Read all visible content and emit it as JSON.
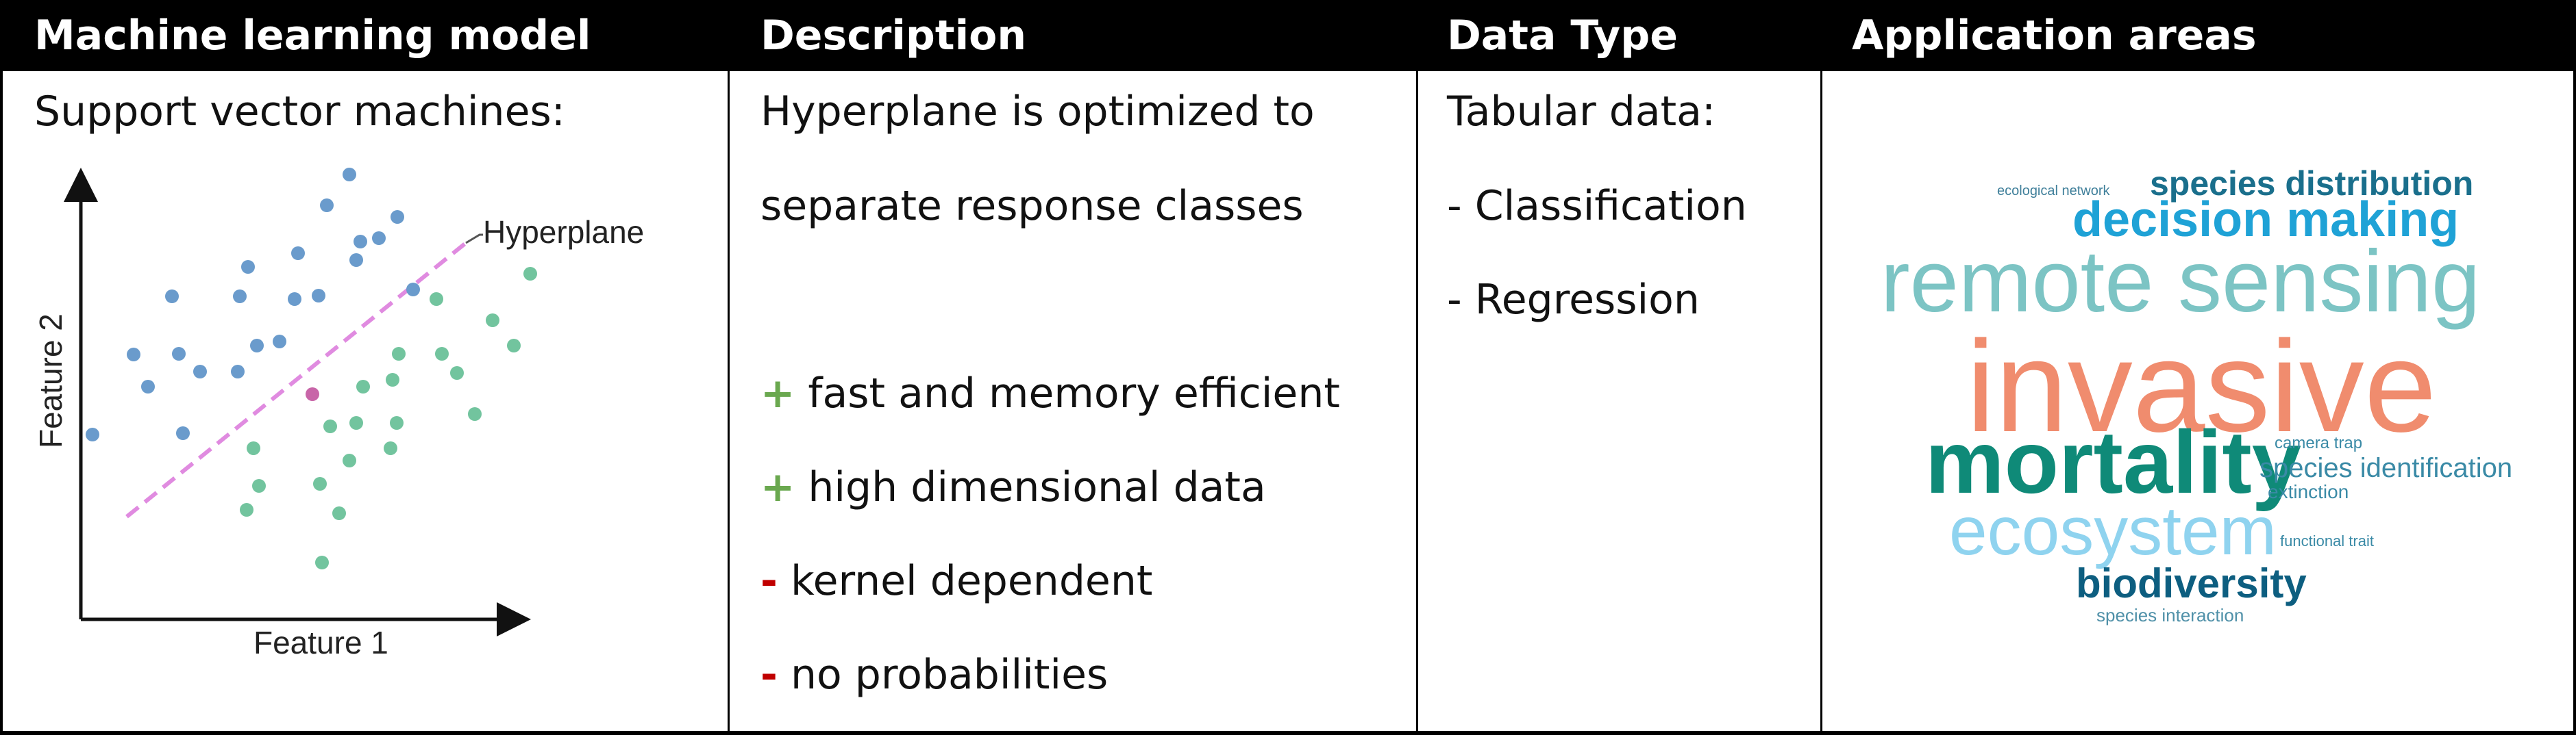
{
  "headers": [
    "Machine learning model",
    "Description",
    "Data Type",
    "Application areas"
  ],
  "model": {
    "title": "Support vector machines:",
    "plot": {
      "xlabel": "Feature 1",
      "ylabel": "Feature 2",
      "annotation": "Hyperplane",
      "colors": {
        "blue": "#6a9bcc",
        "green": "#72c49e",
        "magenta": "#c865a8",
        "line": "#e08be0",
        "axis": "#111111"
      }
    }
  },
  "description": {
    "lines": [
      "Hyperplane is optimized to",
      "separate response classes"
    ],
    "pros": [
      "fast and memory efficient",
      "high dimensional data"
    ],
    "cons": [
      "kernel dependent",
      "no probabilities"
    ],
    "plus_symbol": "+",
    "minus_symbol": "-"
  },
  "data_type": {
    "title": "Tabular data:",
    "items": [
      "- Classification",
      "- Regression"
    ]
  },
  "application": {
    "words": [
      {
        "text": "ecological network",
        "color": "#3f7f9a"
      },
      {
        "text": "species distribution",
        "color": "#1a6f8c"
      },
      {
        "text": "decision making",
        "color": "#1fa2d6"
      },
      {
        "text": "remote sensing",
        "color": "#7cc4c4"
      },
      {
        "text": "invasive",
        "color": "#f08c6e"
      },
      {
        "text": "mortality",
        "color": "#0f8a78"
      },
      {
        "text": "camera trap",
        "color": "#3a8aa6"
      },
      {
        "text": "species identification",
        "color": "#3a8aa6"
      },
      {
        "text": "extinction",
        "color": "#3a8aa6"
      },
      {
        "text": "ecosystem",
        "color": "#8fd3ef"
      },
      {
        "text": "functional trait",
        "color": "#3a8aa6"
      },
      {
        "text": "biodiversity",
        "color": "#0d5e80"
      },
      {
        "text": "species interaction",
        "color": "#4f90a8"
      }
    ]
  }
}
